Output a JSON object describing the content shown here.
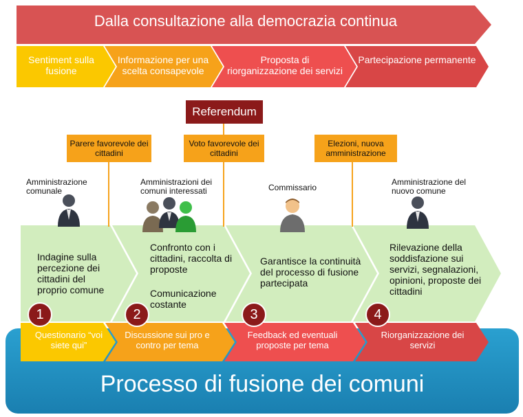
{
  "header": {
    "title": "Dalla consultazione alla democrazia continua",
    "phases": [
      "Sentiment sulla fusione",
      "Informazione per una scelta consapevole",
      "Proposta di riorganizzazione dei servizi",
      "Partecipazione permanente"
    ]
  },
  "referendum": "Referendum",
  "milestones": [
    "Parere favorevole dei cittadini",
    "Voto favorevole dei cittadini",
    "Elezioni, nuova amministrazione"
  ],
  "actors": [
    "Amministrazione comunale",
    "Amministrazioni dei comuni interessati",
    "Commissario",
    "Amministrazione del nuovo comune"
  ],
  "steps": [
    {
      "number": "1",
      "text": "Indagine sulla percezione dei cittadini del proprio comune",
      "extra": "",
      "bottom": "Questionario “voi siete qui”"
    },
    {
      "number": "2",
      "text": "Confronto con i cittadini, raccolta di proposte",
      "extra": "Comunicazione costante",
      "bottom": "Discussione sui pro e contro per tema"
    },
    {
      "number": "3",
      "text": "Garantisce la continuità del processo di fusione partecipata",
      "extra": "",
      "bottom": "Feedback ed eventuali proposte per tema"
    },
    {
      "number": "4",
      "text": "Rilevazione della soddisfazione sui servizi, segnalazioni, opinioni, proposte dei cittadini",
      "extra": "",
      "bottom": "Riorganizzazione dei servizi"
    }
  ],
  "footer": {
    "title": "Processo di fusione dei comuni"
  },
  "colors": {
    "red_dark": "#d74a4a",
    "yellow": "#f9c800",
    "orange": "#f6a21a",
    "red": "#e84a4a",
    "green": "#d2edbe",
    "blue": "#1f8fbf",
    "maroon": "#8b1a1a"
  }
}
